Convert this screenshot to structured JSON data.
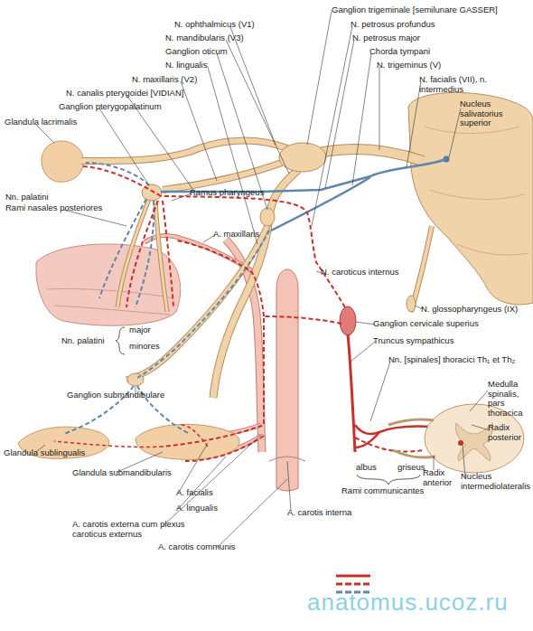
{
  "diagram": {
    "labels": [
      "Ganglion trigeminale [semilunare GASSER]",
      "N. ophthalmicus (V1)",
      "N. petrosus profundus",
      "N. mandibularis (V3)",
      "N. petrosus major",
      "Ganglion oticum",
      "Chorda tympani",
      "N. lingualis",
      "N. trigeminus (V)",
      "N. maxillaris (V2)",
      "N. facialis (VII), n. intermedius",
      "N. canalis pterygoidei [VIDIAN]",
      "Nucleus salivatorius superior",
      "Ganglion pterygopalatinum",
      "Glandula lacrimalis",
      "Ramus pharyngeus",
      "Nn. palatini",
      "Rami nasales posteriores",
      "A. maxillaris",
      "N. caroticus internus",
      "N. glossopharyngeus (IX)",
      "Ganglion cervicale superius",
      "major",
      "Nn. palatini",
      "minores",
      "Truncus sympathicus",
      "Nn. [spinales] thoracici Th₁ et Th₂",
      "Ganglion submandibulare",
      "Medulla spinalis, pars thoracica",
      "Radix posterior",
      "Glandula sublingualis",
      "albus",
      "griseus",
      "Radix anterior",
      "Nucleus intermediolateralis",
      "Glandula submandibularis",
      "Rami communicantes",
      "A. facialis",
      "A. lingualis",
      "A. carotis interna",
      "A. carotis externa cum plexus caroticus externus",
      "A. carotis communis",
      "anatomus.ucoz.ru"
    ]
  }
}
